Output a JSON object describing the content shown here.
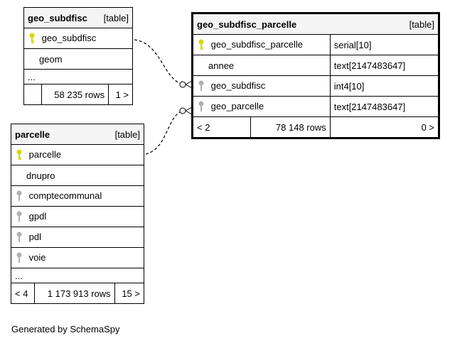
{
  "tables": {
    "geo_subdfisc": {
      "name": "geo_subdfisc",
      "type_label": "[table]",
      "columns": [
        {
          "name": "geo_subdfisc",
          "key": "primary"
        },
        {
          "name": "geom",
          "key": "none"
        }
      ],
      "ellipsis": "...",
      "footer": {
        "left": "",
        "rows": "58 235 rows",
        "right": "1 >"
      }
    },
    "parcelle": {
      "name": "parcelle",
      "type_label": "[table]",
      "columns": [
        {
          "name": "parcelle",
          "key": "primary"
        },
        {
          "name": "dnupro",
          "key": "none"
        },
        {
          "name": "comptecommunal",
          "key": "foreign"
        },
        {
          "name": "gpdl",
          "key": "foreign"
        },
        {
          "name": "pdl",
          "key": "foreign"
        },
        {
          "name": "voie",
          "key": "foreign"
        }
      ],
      "ellipsis": "...",
      "footer": {
        "left": "< 4",
        "rows": "1 173 913 rows",
        "right": "15 >"
      }
    },
    "geo_subdfisc_parcelle": {
      "name": "geo_subdfisc_parcelle",
      "type_label": "[table]",
      "columns": [
        {
          "name": "geo_subdfisc_parcelle",
          "type": "serial[10]",
          "key": "primary"
        },
        {
          "name": "annee",
          "type": "text[2147483647]",
          "key": "none"
        },
        {
          "name": "geo_subdfisc",
          "type": "int4[10]",
          "key": "foreign"
        },
        {
          "name": "geo_parcelle",
          "type": "text[2147483647]",
          "key": "foreign"
        }
      ],
      "footer": {
        "left": "< 2",
        "rows": "78 148 rows",
        "right": "0 >"
      }
    }
  },
  "relationships": [
    {
      "from": "geo_subdfisc_parcelle.geo_subdfisc",
      "to": "geo_subdfisc.geo_subdfisc"
    },
    {
      "from": "geo_subdfisc_parcelle.geo_parcelle",
      "to": "parcelle.parcelle"
    }
  ],
  "colors": {
    "primary_key": "#d8d800",
    "foreign_key": "#b0b0b0",
    "header_bg": "#f4f4f4"
  },
  "footer_text": "Generated by SchemaSpy"
}
